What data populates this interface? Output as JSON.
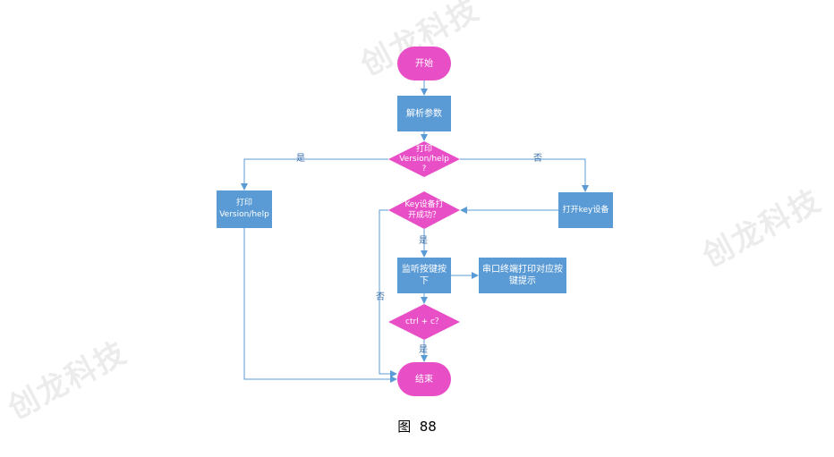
{
  "watermark": "创龙科技",
  "colors": {
    "terminal": "#e84fc7",
    "process": "#5b9bd5",
    "decision": "#e84fc7",
    "edge": "#5b9bd5",
    "edge_label": "#3c6fa8"
  },
  "nodes": {
    "start": "开始",
    "parse": "解析参数",
    "decision_print": [
      "打印",
      "Version/help",
      "?"
    ],
    "print_version": [
      "打印",
      "Version/help"
    ],
    "open_key": "打开key设备",
    "decision_key": [
      "Key设备打",
      "开成功？"
    ],
    "listen": [
      "监听按键按",
      "下"
    ],
    "serial_print": [
      "串口终端打印对应按",
      "键提示"
    ],
    "decision_ctrlc": "ctrl + c？",
    "end": "结束"
  },
  "edges": {
    "yes_print": "是",
    "no_print": "否",
    "yes_key": "是",
    "no_key": "否",
    "yes_ctrlc": "是"
  },
  "caption": "图  88"
}
